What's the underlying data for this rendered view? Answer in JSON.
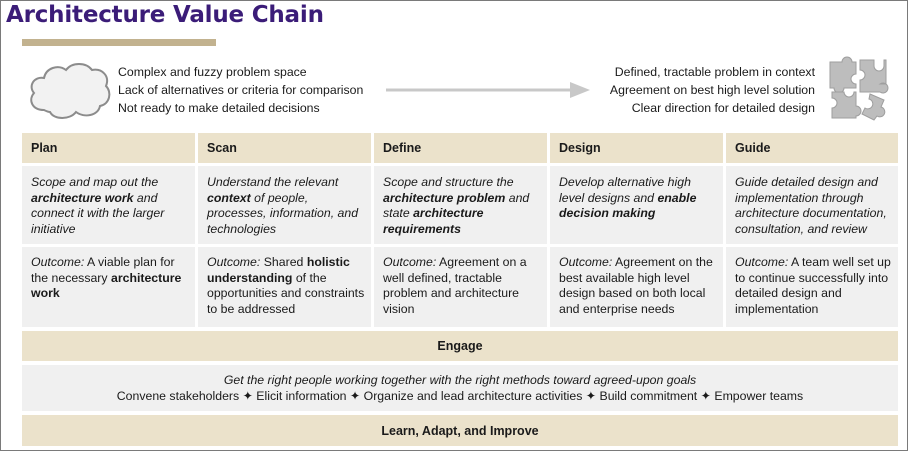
{
  "title": "Architecture Value Chain",
  "colors": {
    "title": "#3b1c78",
    "accent_bar": "#c2b28f",
    "header_fill": "#ebe2cb",
    "cell_fill": "#f0f0f0"
  },
  "left_state": [
    "Complex and fuzzy problem space",
    "Lack of alternatives or criteria for comparison",
    "Not ready to make detailed decisions"
  ],
  "right_state": [
    "Defined, tractable problem in context",
    "Agreement on best high level solution",
    "Clear direction for detailed design"
  ],
  "icons": {
    "left": "cloud-icon",
    "middle": "arrow-right-icon",
    "right": "puzzle-icon"
  },
  "columns": [
    {
      "name": "Plan",
      "desc": [
        {
          "t": "Scope and map out the "
        },
        {
          "t": "architecture work",
          "b": true
        },
        {
          "t": " and connect it with the larger initiative"
        }
      ],
      "outcome_label": "Outcome:",
      "outcome": [
        {
          "t": " A viable plan for the necessary "
        },
        {
          "t": "architecture work",
          "b": true
        }
      ]
    },
    {
      "name": "Scan",
      "desc": [
        {
          "t": "Understand the relevant "
        },
        {
          "t": "context",
          "b": true
        },
        {
          "t": " of people, processes, information, and technologies"
        }
      ],
      "outcome_label": "Outcome:",
      "outcome": [
        {
          "t": " Shared "
        },
        {
          "t": "holistic understanding",
          "b": true
        },
        {
          "t": " of the opportunities and constraints to be addressed"
        }
      ]
    },
    {
      "name": "Define",
      "desc": [
        {
          "t": "Scope and structure the "
        },
        {
          "t": "architecture problem",
          "b": true
        },
        {
          "t": " and state "
        },
        {
          "t": "architecture requirements",
          "b": true
        }
      ],
      "outcome_label": "Outcome:",
      "outcome": [
        {
          "t": " Agreement on a well defined, tractable problem and architecture vision"
        }
      ]
    },
    {
      "name": "Design",
      "desc": [
        {
          "t": "Develop alternative high level designs and "
        },
        {
          "t": "enable decision making",
          "b": true
        }
      ],
      "outcome_label": "Outcome:",
      "outcome": [
        {
          "t": " Agreement on the best available high level design based on both local and enterprise needs"
        }
      ]
    },
    {
      "name": "Guide",
      "desc": [
        {
          "t": "Guide detailed design and implementation through architecture documentation, consultation, and review"
        }
      ],
      "outcome_label": "Outcome:",
      "outcome": [
        {
          "t": " A team well set up to continue successfully into detailed design and implementation"
        }
      ]
    }
  ],
  "engage": {
    "title": "Engage",
    "goal": "Get the right people working together with the right methods toward agreed-upon goals",
    "activities": "Convene stakeholders ✦ Elicit information ✦ Organize and lead architecture activities ✦ Build commitment ✦ Empower teams"
  },
  "learn": "Learn, Adapt, and Improve"
}
